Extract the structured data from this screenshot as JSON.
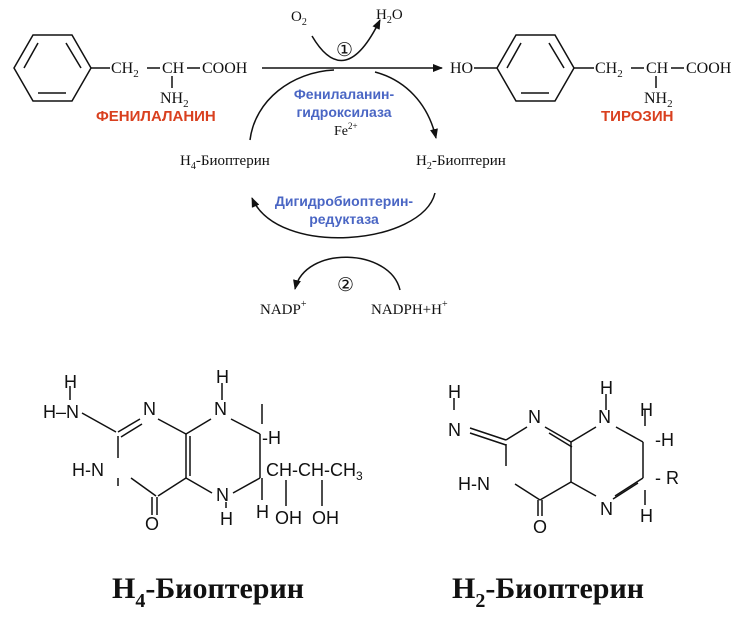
{
  "colors": {
    "amino_acid": "#d9401f",
    "enzyme": "#4a66c4",
    "ink": "#111111"
  },
  "reaction": {
    "phenylalanine": {
      "name": "ФЕНИЛАЛАНИН",
      "ch2": "CH",
      "ch2_sub": "2",
      "ch": "CH",
      "cooh": "COOH",
      "nh2": "NH",
      "nh2_sub": "2"
    },
    "tyrosine": {
      "name": "ТИРОЗИН",
      "ho": "HO",
      "ch2": "CH",
      "ch2_sub": "2",
      "ch": "CH",
      "cooh": "COOH",
      "nh2": "NH",
      "nh2_sub": "2"
    },
    "step1": {
      "number": "①",
      "o2": "O",
      "o2_sub": "2",
      "h2o_h": "H",
      "h2o_sub": "2",
      "h2o_o": "O",
      "enzyme_line1": "Фенилаланин-",
      "enzyme_line2": "гидроксилаза",
      "cofactor": "Fe",
      "cofactor_sup": "2+"
    },
    "h4_biopterin": {
      "prefix": "H",
      "sub": "4",
      "rest": "-Биоптерин"
    },
    "h2_biopterin": {
      "prefix": "H",
      "sub": "2",
      "rest": "-Биоптерин"
    },
    "step2": {
      "number": "②",
      "enzyme_line1": "Дигидробиоптерин-",
      "enzyme_line2": "редуктаза",
      "nadp": "NADP",
      "nadp_sup": "+",
      "nadph": "NADPH+H",
      "nadph_sup": "+"
    }
  },
  "structures": {
    "h4": {
      "atoms": {
        "h_top_left": "H",
        "hn_left": "H–N",
        "n_ring_top": "N",
        "n_right_top": "N",
        "h_above_n": "H",
        "h_right": "-H",
        "hn_lower": "H-N",
        "chain": "CH-CH-CH",
        "chain_sub": "3",
        "o": "O",
        "n_bottom": "N",
        "h_below_n": "H",
        "h_below_chain": "H",
        "oh1": "OH",
        "oh2": "OH"
      },
      "caption": {
        "prefix": "H",
        "sub": "4",
        "rest": "-Биоптерин"
      }
    },
    "h2": {
      "atoms": {
        "h_top_left": "H",
        "n_left": "N",
        "n_ring_top": "N",
        "n_right_top": "N",
        "h_above_n": "H",
        "h_upper_right": "H",
        "h_right": "H",
        "hn_lower": "H-N",
        "r": "R",
        "o": "O",
        "n_bottom": "N",
        "h_bottom_right": "H"
      },
      "caption": {
        "prefix": "H",
        "sub": "2",
        "rest": "-Биоптерин"
      }
    }
  }
}
